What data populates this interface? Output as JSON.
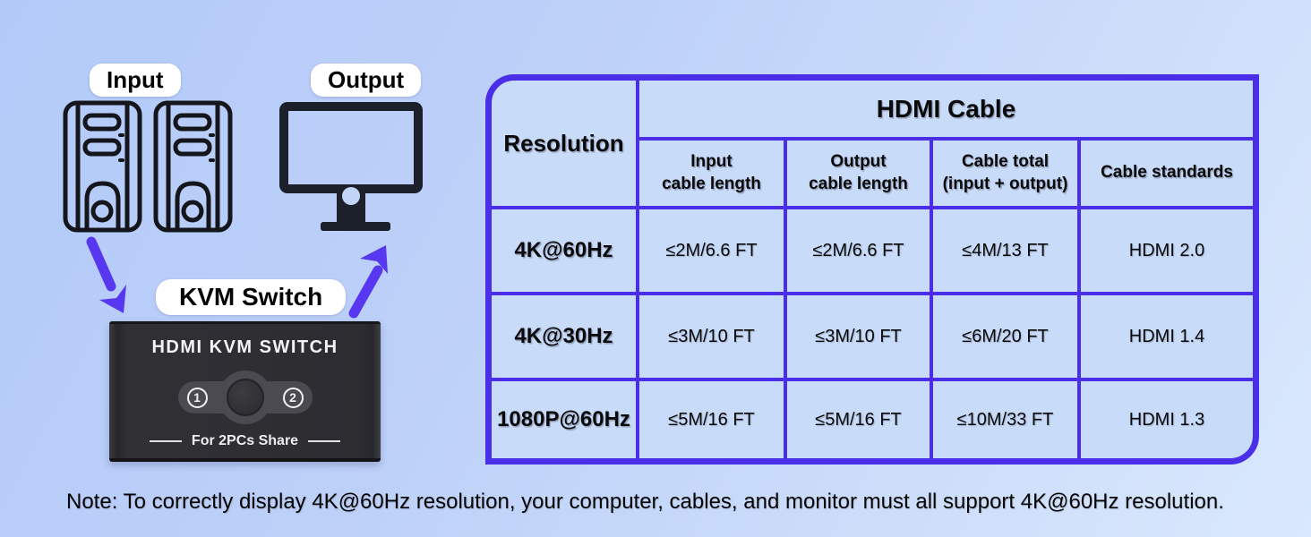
{
  "colors": {
    "accent_purple": "#4b2ee8",
    "arrow_purple": "#5737f0",
    "background_start": "#b3caf8",
    "background_end": "#d9e8fc",
    "table_cell_bg": "#c8dbf9",
    "device_body": "#2c2c31",
    "icon_black": "#14161c"
  },
  "diagram": {
    "input_label": "Input",
    "output_label": "Output",
    "kvm_label": "KVM Switch",
    "device_title": "HDMI KVM SWITCH",
    "device_port_1": "1",
    "device_port_2": "2",
    "device_caption": "For 2PCs Share"
  },
  "table": {
    "corner_header": "Resolution",
    "group_header": "HDMI Cable",
    "sub_headers": [
      {
        "line1": "Input",
        "line2": "cable length"
      },
      {
        "line1": "Output",
        "line2": "cable length"
      },
      {
        "line1": "Cable total",
        "line2": "(input + output)"
      },
      {
        "line1": "Cable standards",
        "line2": ""
      }
    ],
    "rows": [
      {
        "resolution": "4K@60Hz",
        "cells": [
          "≤2M/6.6 FT",
          "≤2M/6.6 FT",
          "≤4M/13 FT",
          "HDMI 2.0"
        ]
      },
      {
        "resolution": "4K@30Hz",
        "cells": [
          "≤3M/10 FT",
          "≤3M/10 FT",
          "≤6M/20 FT",
          "HDMI 1.4"
        ]
      },
      {
        "resolution": "1080P@60Hz",
        "cells": [
          "≤5M/16 FT",
          "≤5M/16 FT",
          "≤10M/33 FT",
          "HDMI 1.3"
        ]
      }
    ]
  },
  "page": {
    "note": "Note: To correctly display 4K@60Hz resolution, your computer, cables, and monitor must all support 4K@60Hz resolution."
  }
}
